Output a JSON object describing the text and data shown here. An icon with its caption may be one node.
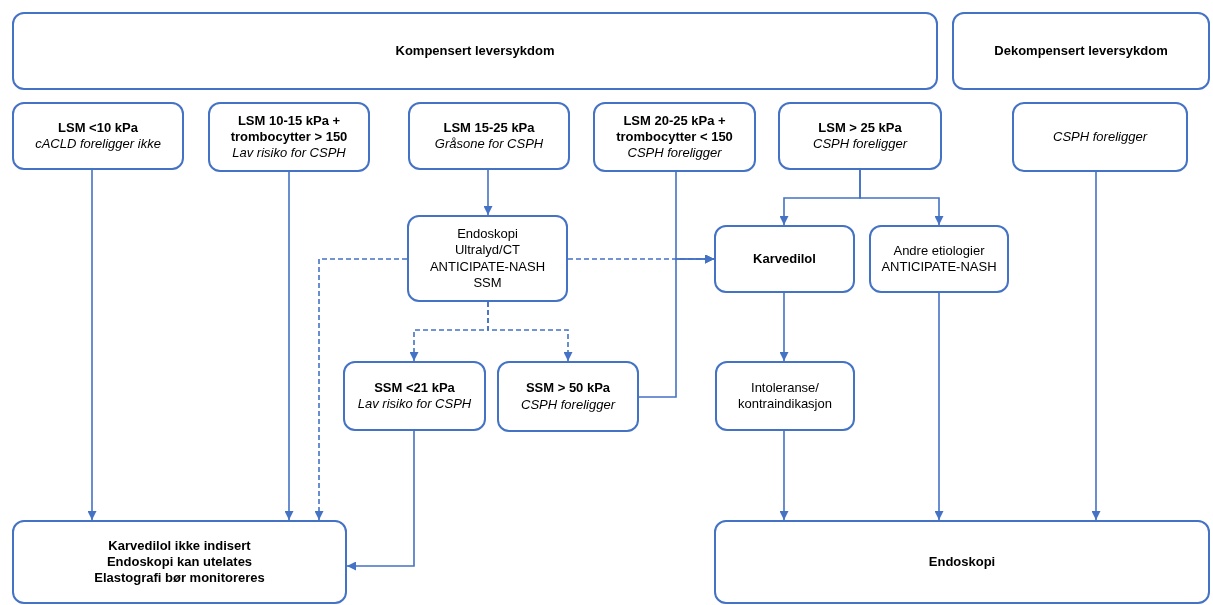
{
  "diagram": {
    "nodes": [
      {
        "text": [
          "Kompensert leversykdom"
        ]
      },
      {
        "text": [
          "Dekompensert leversykdom"
        ]
      },
      {
        "text": [
          "LSM <10 kPa",
          "cACLD foreligger ikke"
        ]
      },
      {
        "text": [
          "LSM 10-15 kPa + trombocytter > 150",
          "Lav risiko for CSPH"
        ]
      },
      {
        "text": [
          "LSM 15-25 kPa",
          "Gråsone for  CSPH"
        ]
      },
      {
        "text": [
          "LSM 20-25 kPa + trombocytter < 150",
          "CSPH foreligger"
        ]
      },
      {
        "text": [
          "LSM > 25 kPa",
          "CSPH foreligger"
        ]
      },
      {
        "text": [
          "CSPH foreligger"
        ]
      },
      {
        "text": [
          "Endoskopi",
          "Ultralyd/CT",
          "ANTICIPATE-NASH",
          "SSM"
        ]
      },
      {
        "text": [
          "Karvedilol"
        ]
      },
      {
        "text": [
          "Andre etiologier",
          "ANTICIPATE-NASH"
        ]
      },
      {
        "text": [
          "SSM <21 kPa",
          "Lav risiko for CSPH"
        ]
      },
      {
        "text": [
          "SSM > 50 kPa",
          "CSPH foreligger"
        ]
      },
      {
        "text": [
          "Intoleranse/ kontraindikasjon"
        ]
      },
      {
        "text": [
          "Karvedilol ikke indisert",
          "Endoskopi kan utelates",
          "Elastografi bør monitoreres"
        ]
      },
      {
        "text": [
          "Endoskopi"
        ]
      }
    ],
    "edges": [
      {
        "from": 2,
        "to": 14,
        "arrow": "to"
      },
      {
        "from": 3,
        "to": 14,
        "arrow": "to"
      },
      {
        "from": 4,
        "to": 8,
        "arrow": "to"
      },
      {
        "from": 8,
        "to": 14,
        "arrow": "to",
        "style": "dashed"
      },
      {
        "from": 8,
        "to": 9,
        "arrow": "to",
        "style": "dashed"
      },
      {
        "from": 5,
        "to": 9,
        "arrow": "to"
      },
      {
        "from": 12,
        "to": 9,
        "arrow": "to"
      },
      {
        "from": 6,
        "to": 9,
        "arrow": "to"
      },
      {
        "from": 6,
        "to": 10,
        "arrow": "to"
      },
      {
        "from": 8,
        "to": 11,
        "arrow": "to",
        "style": "dashed"
      },
      {
        "from": 8,
        "to": 12,
        "arrow": "to",
        "style": "dashed"
      },
      {
        "from": 11,
        "to": 14,
        "arrow": "to"
      },
      {
        "from": 9,
        "to": 13,
        "arrow": "to"
      },
      {
        "from": 13,
        "to": 15,
        "arrow": "to"
      },
      {
        "from": 10,
        "to": 15,
        "arrow": "to"
      },
      {
        "from": 7,
        "to": 15,
        "arrow": "to"
      }
    ]
  }
}
